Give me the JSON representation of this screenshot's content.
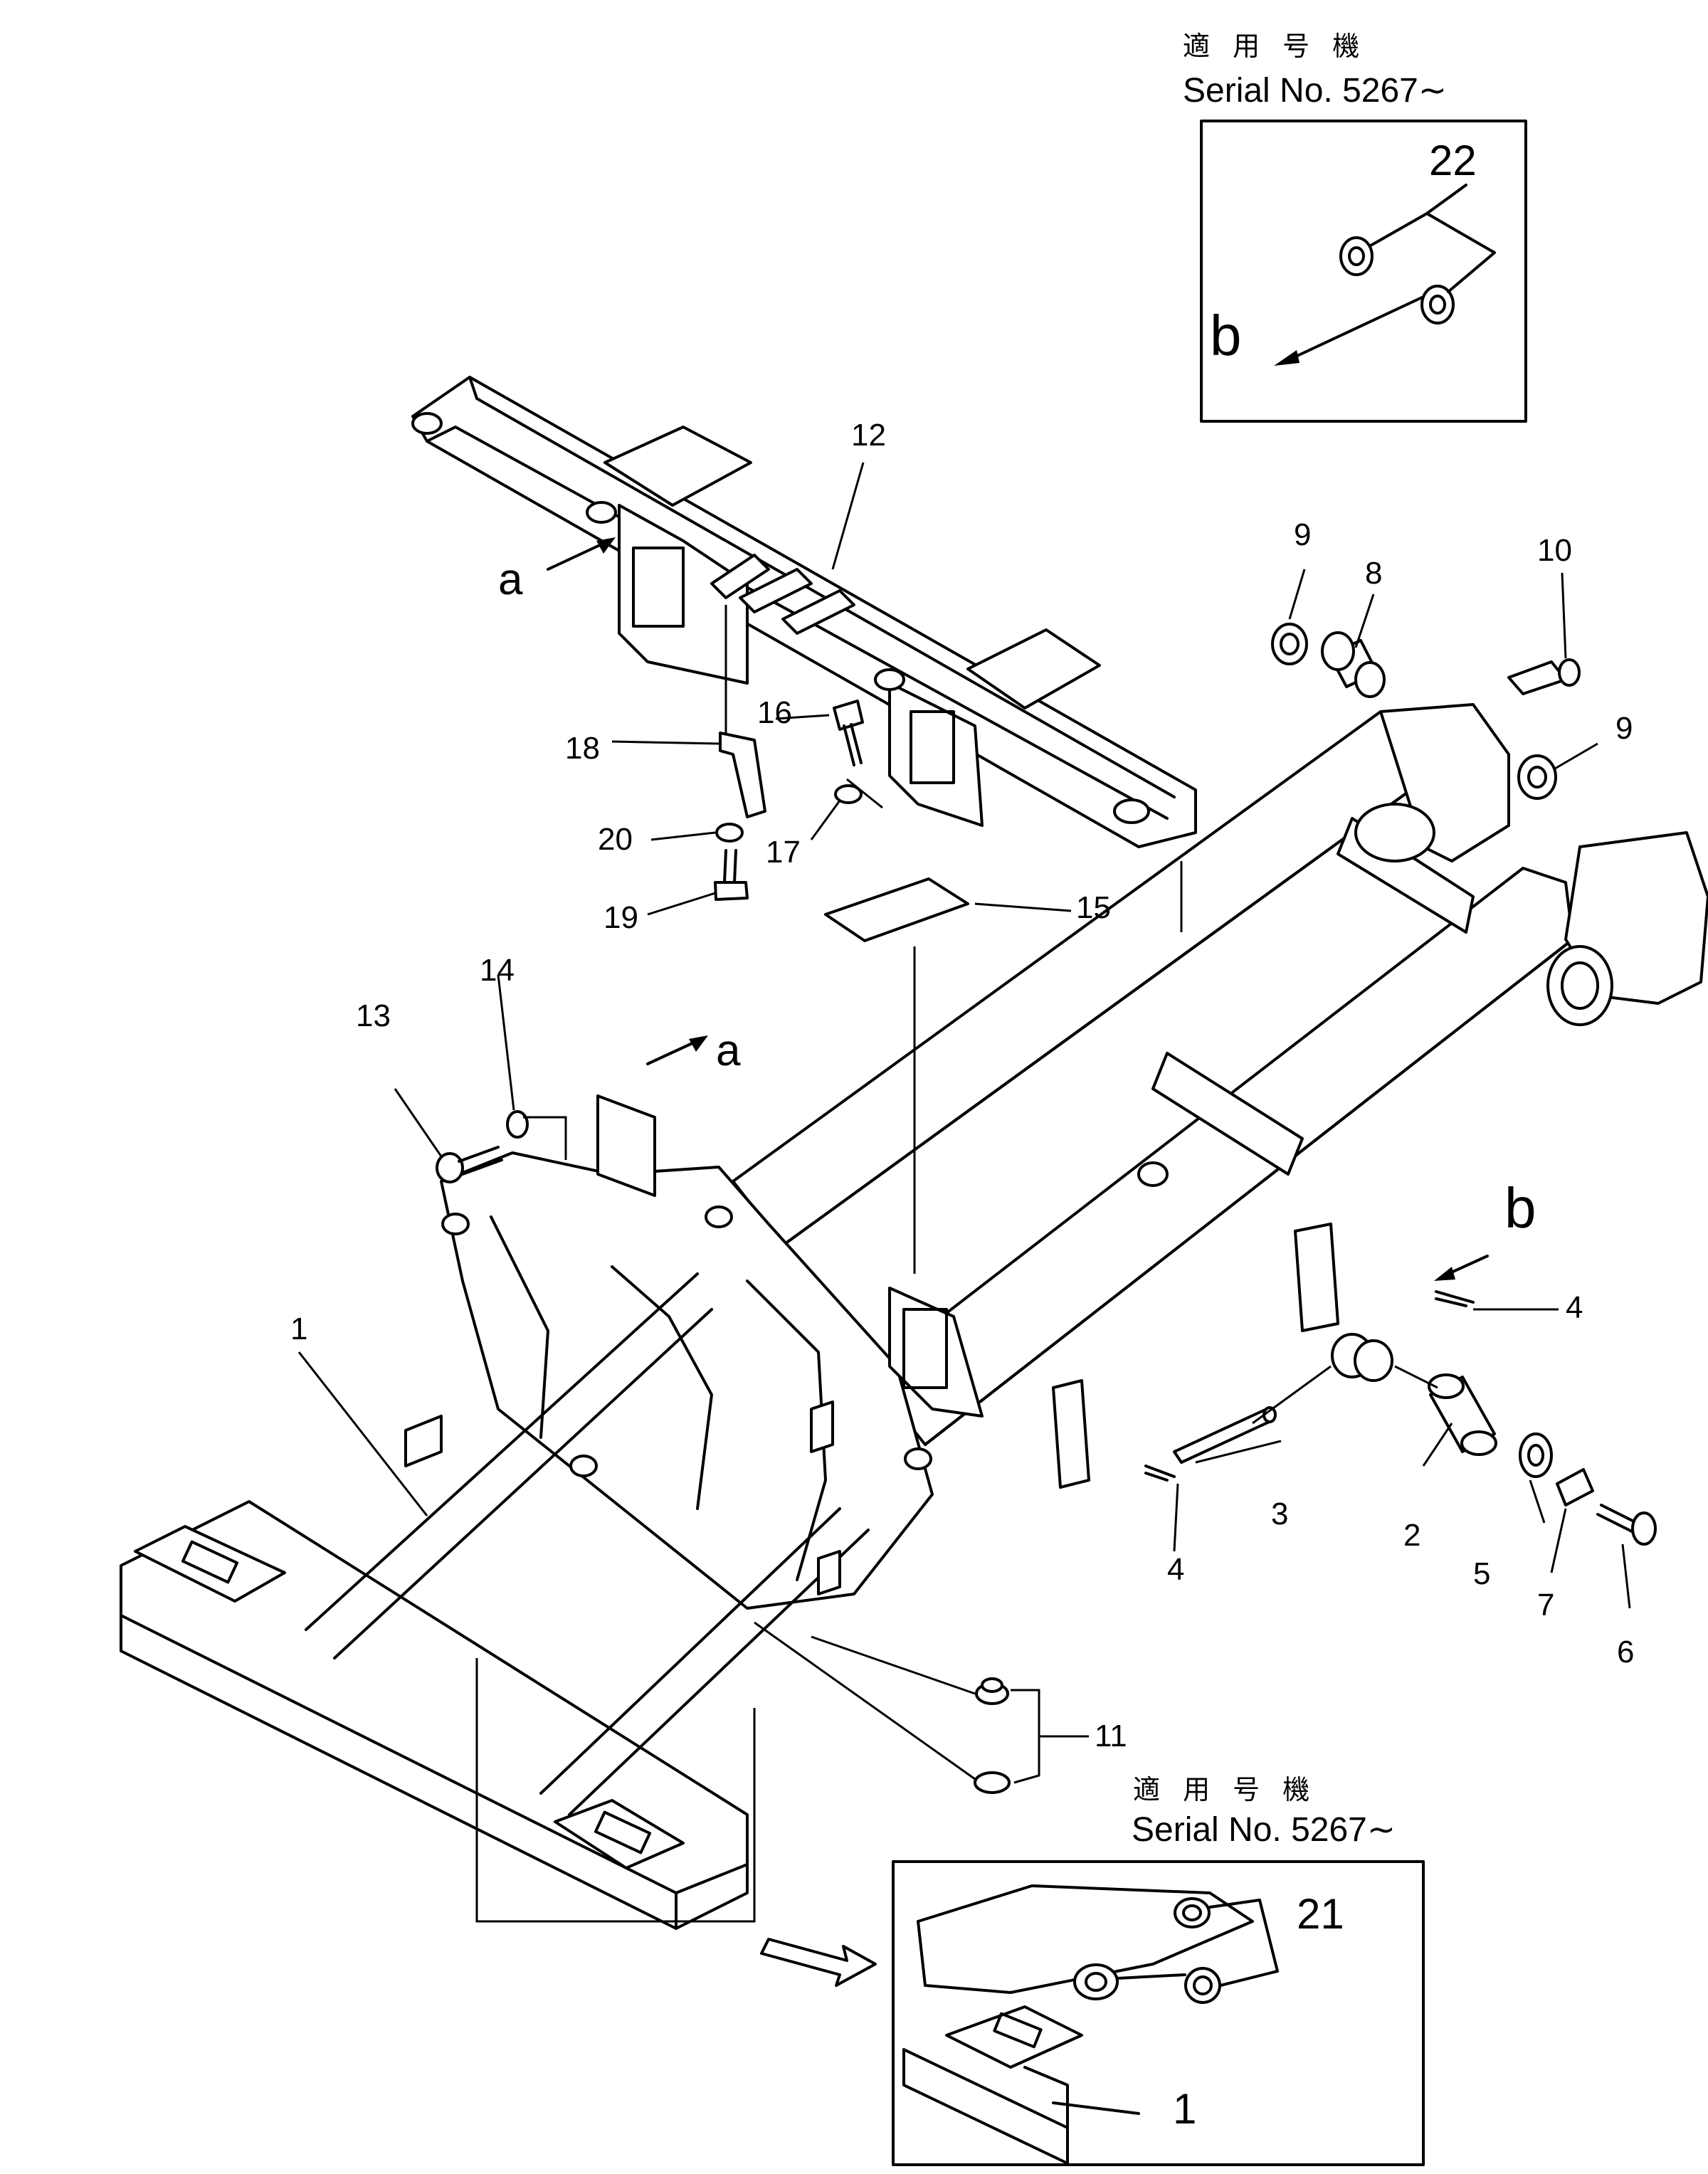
{
  "inset_top": {
    "applicability": "適 用 号 機",
    "serial": "Serial No. 5267∼",
    "part_number": "22",
    "view_letter": "b"
  },
  "inset_bottom": {
    "applicability": "適 用 号 機",
    "serial": "Serial No. 5267∼",
    "part_number": "21",
    "frame_part_number": "1"
  },
  "view_markers": {
    "a_upper": "a",
    "a_lower": "a",
    "b_main": "b"
  },
  "callouts": {
    "p1": "1",
    "p2": "2",
    "p3": "3",
    "p4a": "4",
    "p4b": "4",
    "p5": "5",
    "p6": "6",
    "p7": "7",
    "p8": "8",
    "p9a": "9",
    "p9b": "9",
    "p10": "10",
    "p11": "11",
    "p12": "12",
    "p13": "13",
    "p14": "14",
    "p15": "15",
    "p16": "16",
    "p17": "17",
    "p18": "18",
    "p19": "19",
    "p20": "20"
  }
}
